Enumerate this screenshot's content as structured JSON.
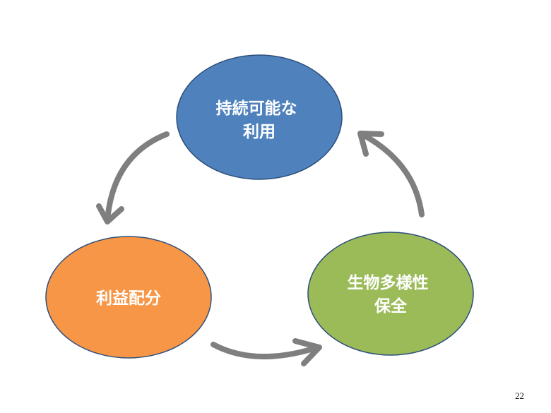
{
  "slide": {
    "page_number": "22"
  },
  "nodes": [
    {
      "id": "sustainable-use",
      "lines": [
        "持続可能な",
        "利用"
      ],
      "fill": "#4f81bd",
      "stroke": "#2e4f7a"
    },
    {
      "id": "biodiversity-conservation",
      "lines": [
        "生物多様性",
        "保全"
      ],
      "fill": "#9bbb59",
      "stroke": "#2e4f7a"
    },
    {
      "id": "benefit-sharing",
      "lines": [
        "利益配分"
      ],
      "fill": "#f79646",
      "stroke": "#2e4f7a"
    }
  ],
  "arrows": {
    "color": "#7f7f7f"
  }
}
